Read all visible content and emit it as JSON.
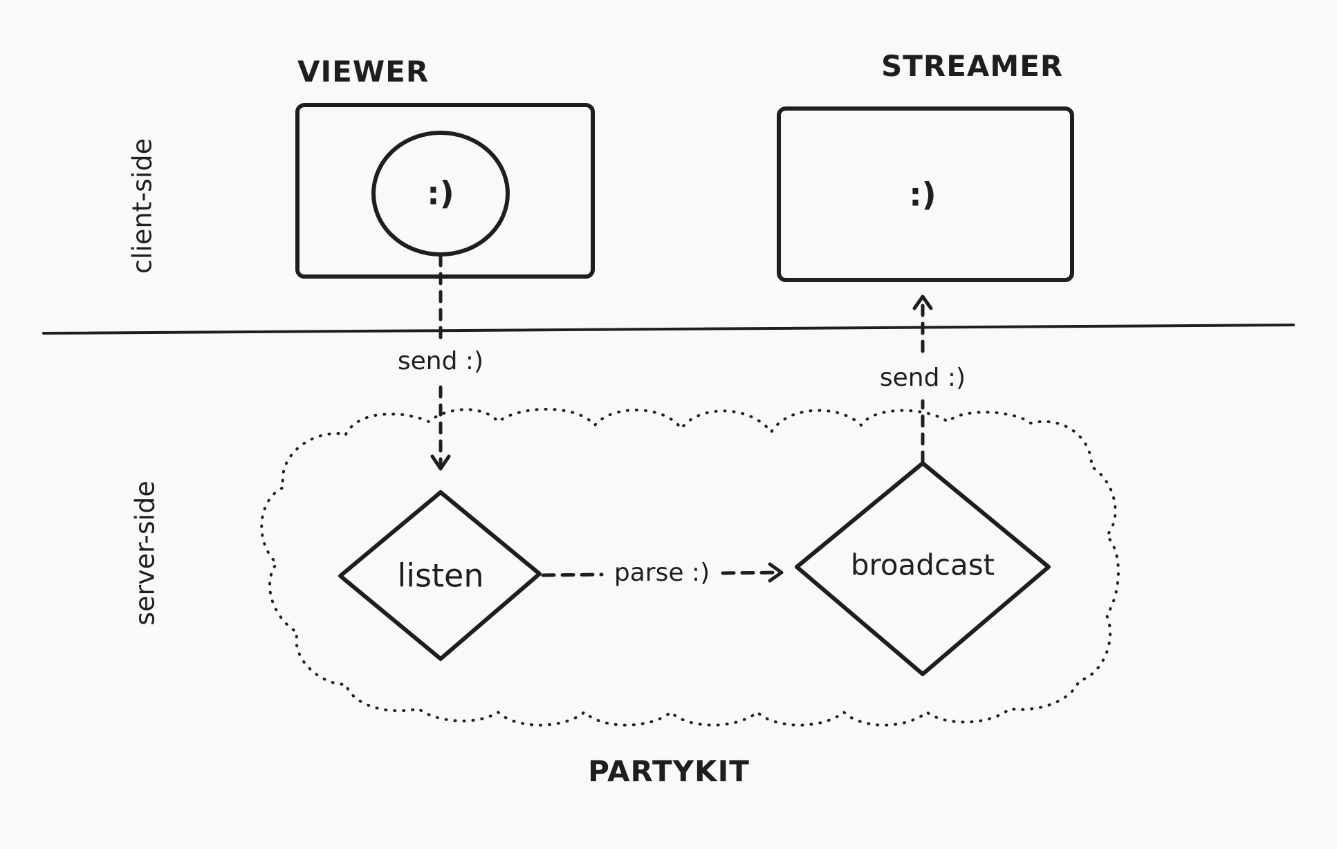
{
  "zones": {
    "client": "client-side",
    "server": "server-side"
  },
  "viewer": {
    "title": "VIEWER",
    "face": ":)"
  },
  "streamer": {
    "title": "STREAMER",
    "face": ":)"
  },
  "server": {
    "listen": "listen",
    "broadcast": "broadcast",
    "platform": "PARTYKIT"
  },
  "edges": {
    "viewer_to_listen": "send :)",
    "listen_to_broadcast": "parse :)",
    "broadcast_to_streamer": "send :)"
  },
  "colors": {
    "background": "#f8f9fa",
    "ink": "#1e1e1e"
  }
}
